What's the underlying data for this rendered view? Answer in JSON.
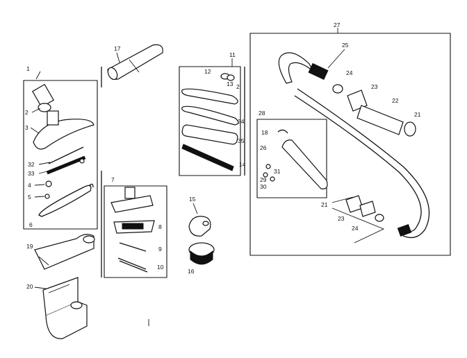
{
  "labels": {
    "l1": "1",
    "l2": "2",
    "l3": "3",
    "l32": "32",
    "l33": "33",
    "l4": "4",
    "l5": "5",
    "l6": "6",
    "l17": "17",
    "l19": "19",
    "l20": "20",
    "l7": "7",
    "l8": "8",
    "l9": "9",
    "l10": "10",
    "l11": "11",
    "l12": "12",
    "l13": "13",
    "l2b": "2",
    "l34": "34",
    "l35": "35",
    "l14": "14",
    "l15": "15",
    "l16": "16",
    "l27": "27",
    "l25": "25",
    "l24": "24",
    "l23": "23",
    "l22": "22",
    "l21": "21",
    "l28": "28",
    "l18": "18",
    "l26": "26",
    "l29": "29",
    "l30": "30",
    "l31": "31",
    "l21b": "21",
    "l23b": "23",
    "l24b": "24"
  }
}
